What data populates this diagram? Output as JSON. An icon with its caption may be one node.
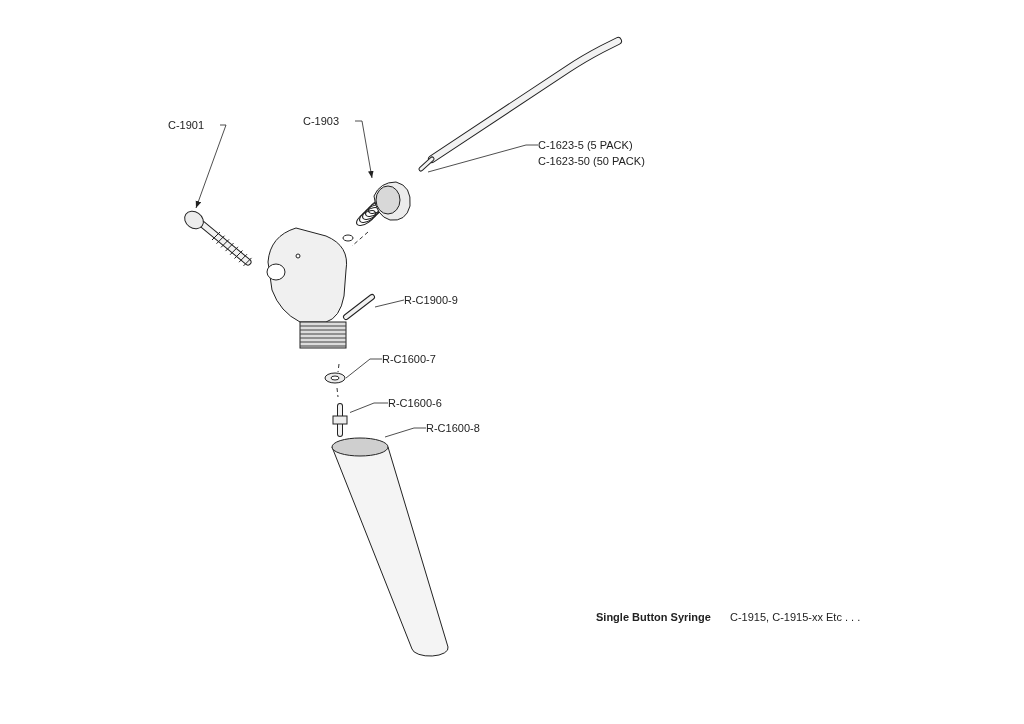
{
  "diagram": {
    "title": "Single Button Syringe",
    "nodes": [
      {
        "text": [
          "C-1901"
        ]
      },
      {
        "text": [],
        "shape": "picture"
      },
      {
        "text": [
          "C-1903"
        ]
      },
      {
        "text": [],
        "shape": "picture"
      },
      {
        "text": [
          "C-1623-5 (5 PACK)",
          "C-1623-50 (50 PACK)"
        ]
      },
      {
        "text": [],
        "shape": "picture"
      },
      {
        "text": [
          "R-C1900-9"
        ]
      },
      {
        "text": [],
        "shape": "picture"
      },
      {
        "text": [
          "R-C1600-7"
        ]
      },
      {
        "text": [],
        "shape": "picture"
      },
      {
        "text": [
          "R-C1600-6"
        ]
      },
      {
        "text": [],
        "shape": "picture"
      },
      {
        "text": [
          "R-C1600-8"
        ]
      },
      {
        "text": [],
        "shape": "picture"
      }
    ],
    "edges": [
      {
        "from": 0,
        "to": 1,
        "arrow": "to"
      },
      {
        "from": 2,
        "to": 3,
        "arrow": "to"
      },
      {
        "from": 4,
        "to": 5,
        "arrow": "none"
      },
      {
        "from": 6,
        "to": 7,
        "arrow": "none"
      },
      {
        "from": 8,
        "to": 9,
        "arrow": "none"
      },
      {
        "from": 10,
        "to": 11,
        "arrow": "none"
      },
      {
        "from": 12,
        "to": 13,
        "arrow": "none"
      }
    ],
    "labels": [
      "C-1915, C-1915-xx Etc . . ."
    ]
  }
}
